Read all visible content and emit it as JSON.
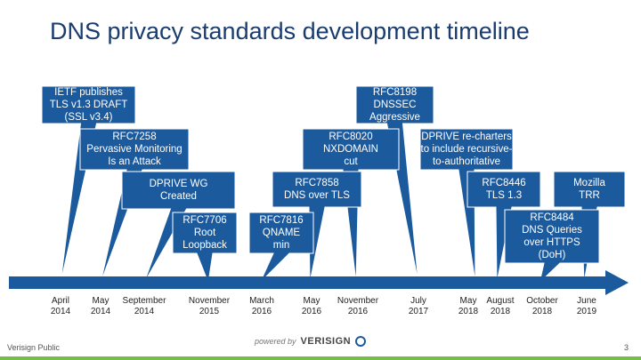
{
  "title": "DNS privacy standards development timeline",
  "callouts": [
    "IETF publishes\nTLS v1.3 DRAFT\n(SSL v3.4)",
    "RFC8198\nDNSSEC\nAggressive",
    "RFC7258\nPervasive Monitoring\nIs an Attack",
    "RFC8020\nNXDOMAIN\ncut",
    "DPRIVE re-charters\nto include recursive-\nto-authoritative",
    "DPRIVE WG\nCreated",
    "RFC7858\nDNS over TLS",
    "RFC8446\nTLS 1.3",
    "Mozilla\nTRR",
    "RFC7706\nRoot\nLoopback",
    "RFC7816\nQNAME\nmin",
    "RFC8484\nDNS Queries\nover HTTPS\n(DoH)"
  ],
  "dates": [
    {
      "month": "April",
      "year": "2014"
    },
    {
      "month": "May",
      "year": "2014"
    },
    {
      "month": "September",
      "year": "2014"
    },
    {
      "month": "November",
      "year": "2015"
    },
    {
      "month": "March",
      "year": "2016"
    },
    {
      "month": "May",
      "year": "2016"
    },
    {
      "month": "November",
      "year": "2016"
    },
    {
      "month": "July",
      "year": "2017"
    },
    {
      "month": "May",
      "year": "2018"
    },
    {
      "month": "August",
      "year": "2018"
    },
    {
      "month": "October",
      "year": "2018"
    },
    {
      "month": "June",
      "year": "2019"
    }
  ],
  "footer": {
    "label": "Verisign Public",
    "powered_by": "powered by",
    "brand": "VERISIGN",
    "page_number": "3"
  },
  "colors": {
    "callout_fill": "#1c5a9e",
    "title": "#1a3c6e",
    "accent_bar": "#78be43"
  }
}
